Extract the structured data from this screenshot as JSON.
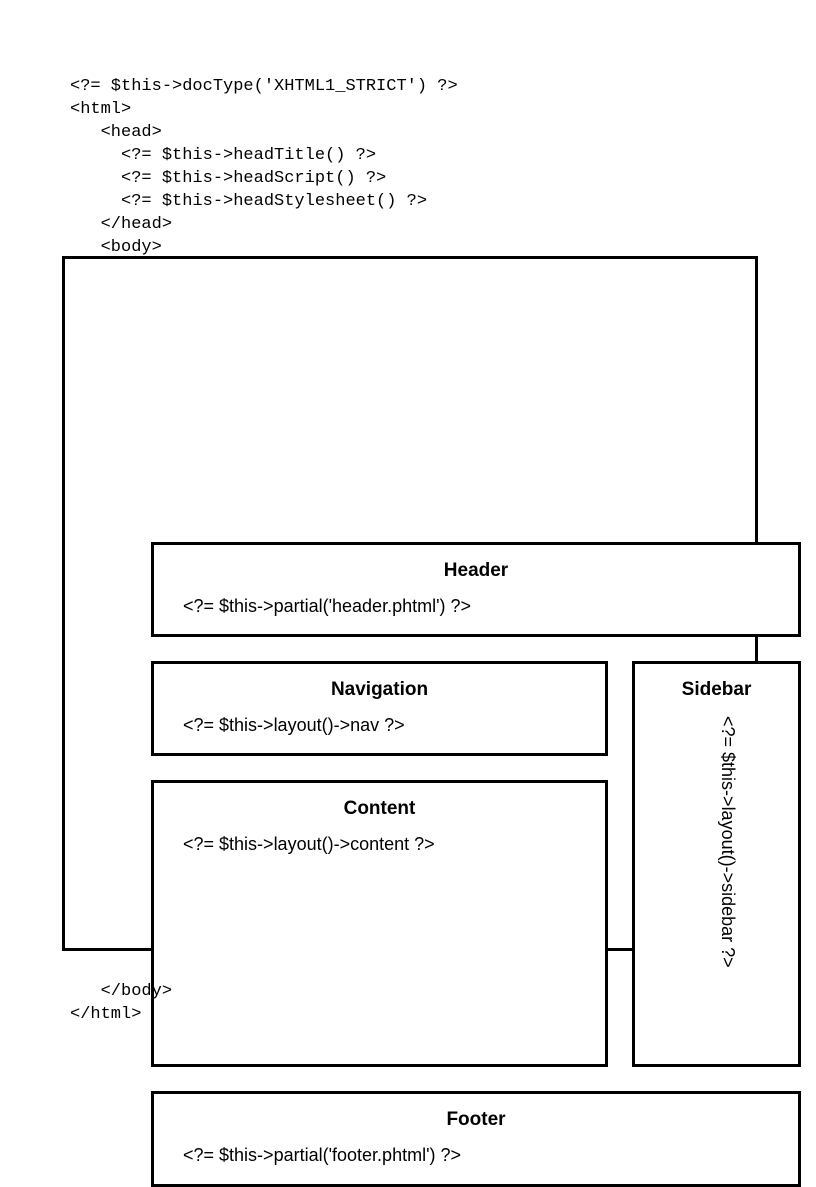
{
  "document": {
    "type": "code-layout-diagram",
    "language": "php-xhtml",
    "top_code": "<?= $this->docType('XHTML1_STRICT') ?>\n<html>\n   <head>\n     <?= $this->headTitle() ?>\n     <?= $this->headScript() ?>\n     <?= $this->headStylesheet() ?>\n   </head>\n   <body>",
    "bottom_code": "   </body>\n</html>"
  },
  "regions": {
    "header": {
      "title": "Header",
      "code": "<?= $this->partial('header.phtml') ?>"
    },
    "navigation": {
      "title": "Navigation",
      "code": "<?= $this->layout()->nav ?>"
    },
    "content": {
      "title": "Content",
      "code": "<?= $this->layout()->content ?>"
    },
    "sidebar": {
      "title": "Sidebar",
      "code": "<?= $this->layout()->sidebar ?>"
    },
    "footer": {
      "title": "Footer",
      "code": "<?= $this->partial('footer.phtml') ?>"
    }
  },
  "colors": {
    "background": "#ffffff",
    "stroke": "#000000",
    "text": "#000000"
  }
}
